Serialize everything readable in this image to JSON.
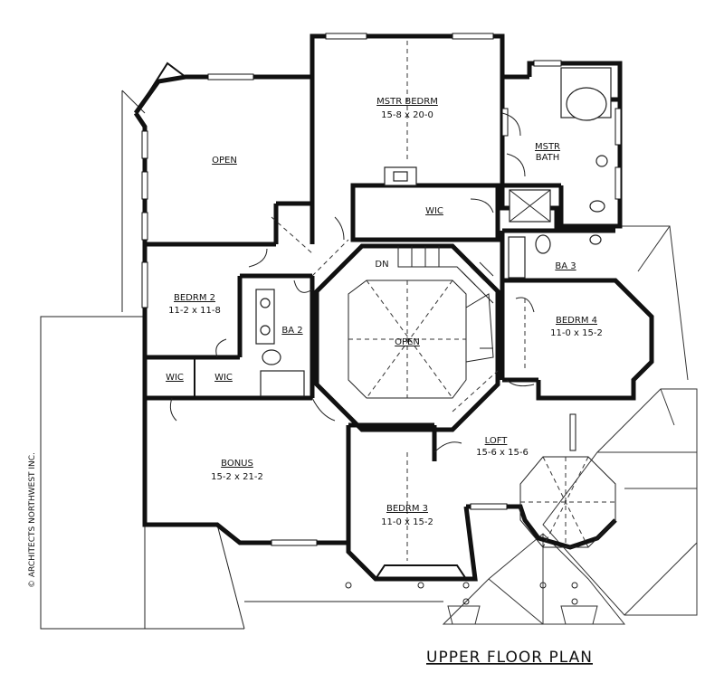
{
  "title": "UPPER FLOOR PLAN",
  "copyright": "© ARCHITECTS NORTHWEST INC.",
  "rooms": {
    "mstr_bedrm": {
      "name": "MSTR BEDRM",
      "size": "15-8 x 20-0"
    },
    "mstr_bath": {
      "name_line1": "MSTR",
      "name_line2": "BATH"
    },
    "open_left": {
      "name": "OPEN"
    },
    "wic_master": {
      "name": "WIC"
    },
    "bedrm2": {
      "name": "BEDRM 2",
      "size": "11-2 x 11-8"
    },
    "ba2": {
      "name": "BA 2"
    },
    "ba3": {
      "name": "BA 3"
    },
    "dn": {
      "name": "DN"
    },
    "open_center": {
      "name": "OPEN"
    },
    "bedrm4": {
      "name": "BEDRM 4",
      "size": "11-0 x 15-2"
    },
    "wic_a": {
      "name": "WIC"
    },
    "wic_b": {
      "name": "WIC"
    },
    "bonus": {
      "name": "BONUS",
      "size": "15-2 x 21-2"
    },
    "loft": {
      "name": "LOFT",
      "size": "15-6 x 15-6"
    },
    "bedrm3": {
      "name": "BEDRM 3",
      "size": "11-0 x 15-2"
    }
  }
}
